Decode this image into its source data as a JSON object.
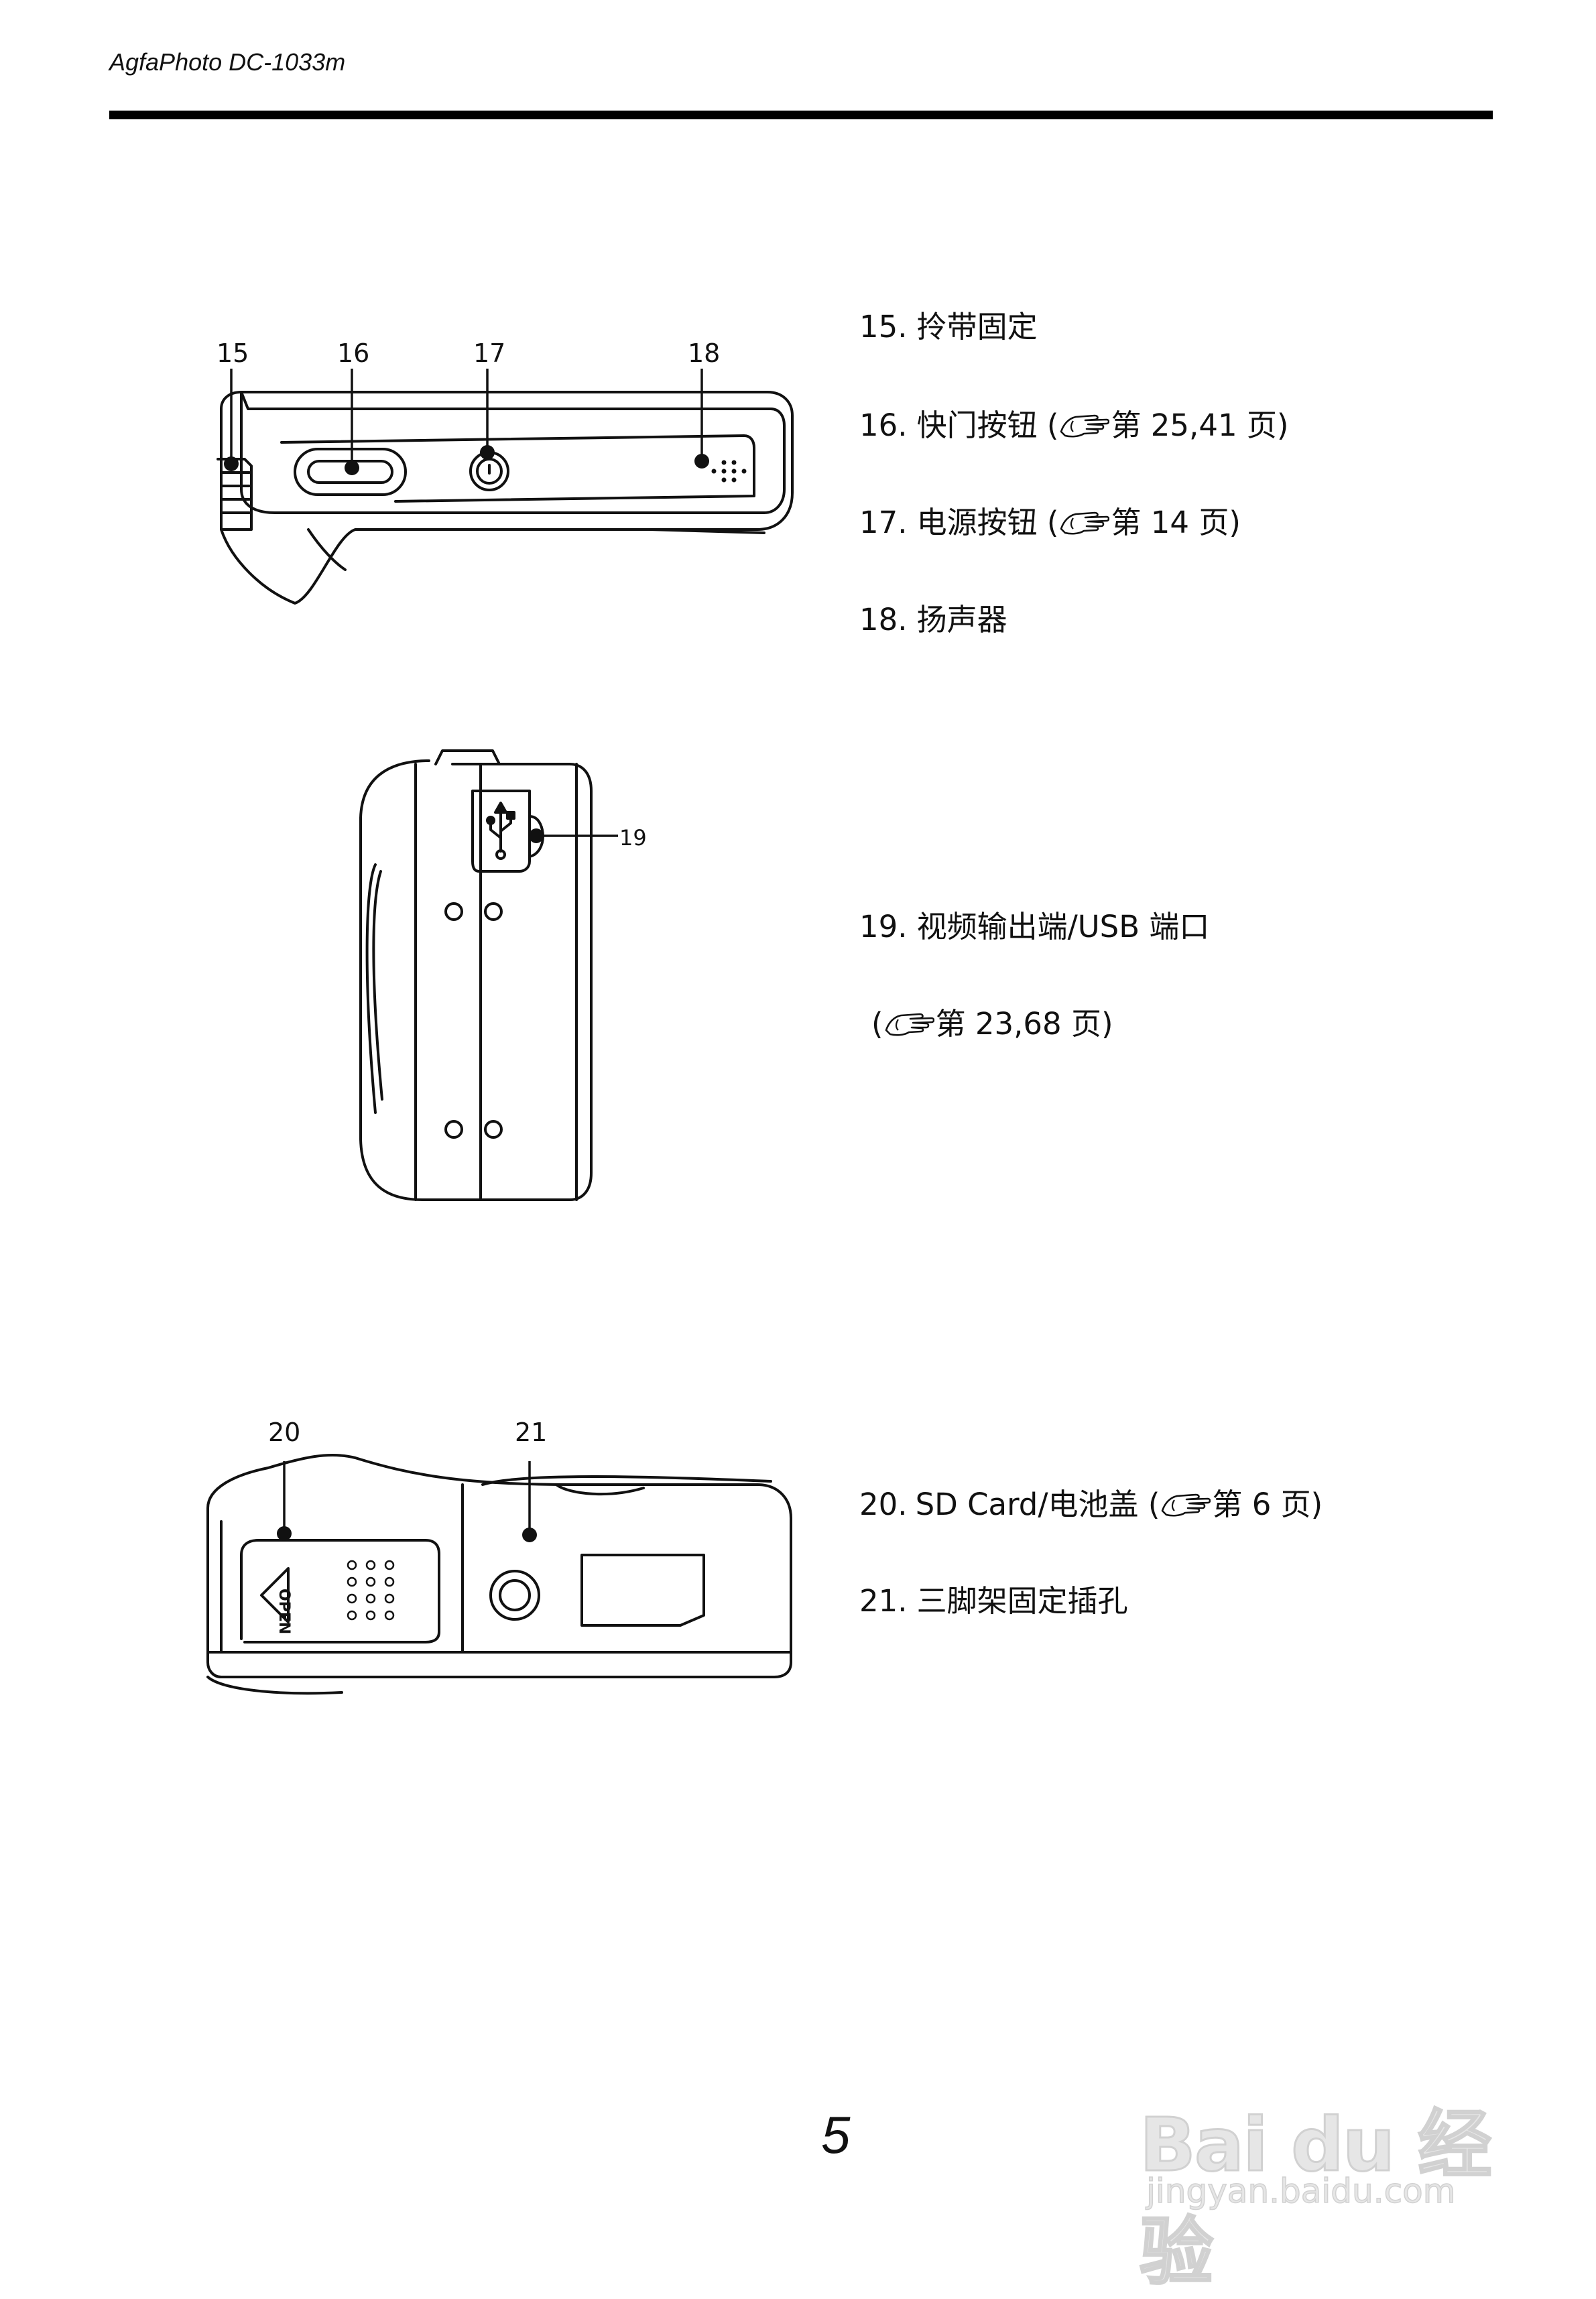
{
  "header": {
    "title": "AgfaPhoto DC-1033m"
  },
  "figure_top": {
    "callouts": [
      "15",
      "16",
      "17",
      "18"
    ]
  },
  "figure_side": {
    "callouts": [
      "19"
    ]
  },
  "figure_bottom": {
    "callouts": [
      "20",
      "21"
    ],
    "door_label": "OPEN"
  },
  "items": [
    {
      "num": "15.",
      "text": "拎带固定"
    },
    {
      "num": "16.",
      "text": "快门按钮",
      "ref_open": " (",
      "ref_text": "第 25,41 页)"
    },
    {
      "num": "17.",
      "text": "电源按钮",
      "ref_open": " (",
      "ref_text": "第 14 页)"
    },
    {
      "num": "18.",
      "text": "扬声器"
    },
    {
      "num": "19.",
      "text": "视频输出端/USB 端口"
    },
    {
      "ref_open": "(",
      "ref_text": "第 23,68 页)"
    },
    {
      "num": "20.",
      "text": "SD Card/电池盖",
      "ref_open": " (",
      "ref_text": "第 6 页)"
    },
    {
      "num": "21.",
      "text": "三脚架固定插孔"
    }
  ],
  "footer": {
    "page_number": "5"
  },
  "watermark": {
    "brand": "Bai du 经验",
    "url": "jingyan.baidu.com"
  }
}
